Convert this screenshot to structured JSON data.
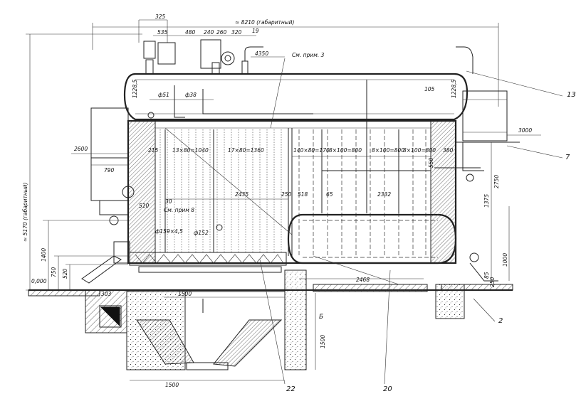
{
  "drawing": {
    "overall_width_label": "≈ 8210 (габаритный)",
    "overall_height_label": "≈ 5170 (габаритный)",
    "notes": {
      "note_3": "См. прим. 3",
      "note_8": "См. прим 8"
    },
    "dimensions": {
      "d325": "325",
      "d535": "535",
      "d480": "480",
      "d240": "240",
      "d260": "260",
      "d320": "320",
      "d19": "19",
      "d4350": "4350",
      "d105": "105",
      "d3000": "3000",
      "d2600": "2600",
      "d790": "790",
      "d380": "380",
      "d2750": "2750",
      "d1375": "1375",
      "d1000": "1000",
      "d1400": "1400",
      "d750": "750",
      "d520": "520",
      "d0000": "0,000",
      "d303": "303",
      "d1500a": "1500",
      "d1500b": "1500",
      "d1500c": "1500",
      "d2435": "2435",
      "d250": "250",
      "d2332": "2332",
      "d2468": "2468",
      "d510": "510",
      "d30": "30",
      "d215": "215",
      "d550": "550",
      "d65": "65",
      "d518": "518",
      "d85": "85",
      "d250b": "250",
      "phi51": "ф51",
      "phi38": "ф38",
      "phi152": "ф152",
      "phi159": "ф159×4,5",
      "d1228a": "1228,5",
      "d1228b": "1228,5"
    },
    "pitch_labels": {
      "p1": "13×80=1040",
      "p2": "17×80=1360",
      "p3": "140×80=170",
      "p4": "8×100=800",
      "p5": "8×100=800",
      "p6": "8×100=800"
    },
    "section_mark": "Б",
    "callouts": {
      "c13": "13",
      "c7": "7",
      "c2": "2",
      "c22": "22",
      "c20": "20"
    }
  }
}
